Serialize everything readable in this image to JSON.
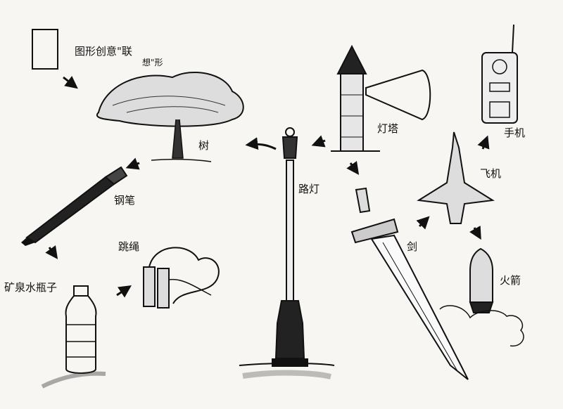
{
  "heading": {
    "line1": "图形创意\"联",
    "line2": "想\"形"
  },
  "labels": {
    "tree": "树",
    "pen": "钢笔",
    "bottle": "矿泉水瓶子",
    "jump_rope": "跳绳",
    "street_lamp": "路灯",
    "lighthouse": "灯塔",
    "sword": "剑",
    "airplane": "飞机",
    "phone": "手机",
    "rocket": "火箭"
  },
  "colors": {
    "paper": "#f7f6f2",
    "ink": "#111111"
  }
}
